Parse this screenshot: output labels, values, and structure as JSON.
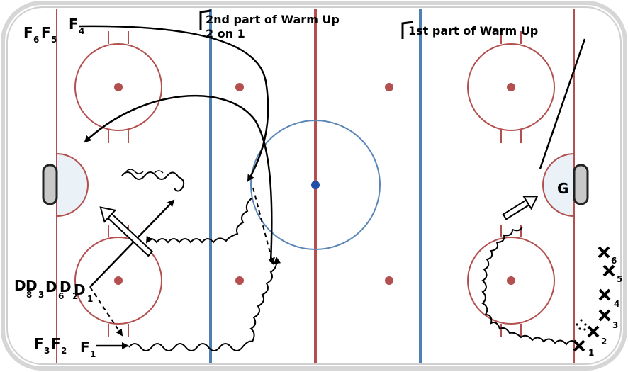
{
  "title_right": "1st part of Warm Up",
  "title_mid_line1": "2nd part of Warm Up",
  "title_mid_line2": "2 on 1",
  "goalie": "G",
  "forwards": {
    "f1": {
      "main": "F",
      "sub": "1"
    },
    "f2": {
      "main": "F",
      "sub": "2"
    },
    "f3": {
      "main": "F",
      "sub": "3"
    },
    "f4": {
      "main": "F",
      "sub": "4"
    },
    "f5": {
      "main": "F",
      "sub": "5"
    },
    "f6": {
      "main": "F",
      "sub": "6"
    }
  },
  "defense": {
    "d1": {
      "main": "D",
      "sub": "1"
    },
    "d2": {
      "main": "D",
      "sub": "2"
    },
    "d3": {
      "main": "D",
      "sub": "3"
    },
    "d6": {
      "main": "D",
      "sub": "6"
    },
    "d9": {
      "main": "D",
      "sub": "8"
    }
  },
  "xmarks": [
    "1",
    "2",
    "3",
    "4",
    "5",
    "6"
  ],
  "colors": {
    "board": "#e6e6e6",
    "ice": "#ffffff",
    "red_line": "#b3504f",
    "blue_line": "#4f7fb3",
    "faceoff_dot": "#b3504f",
    "center_dot": "#1f4fa8",
    "crease": "#eaf2f8",
    "net": "#c8c8c8"
  }
}
